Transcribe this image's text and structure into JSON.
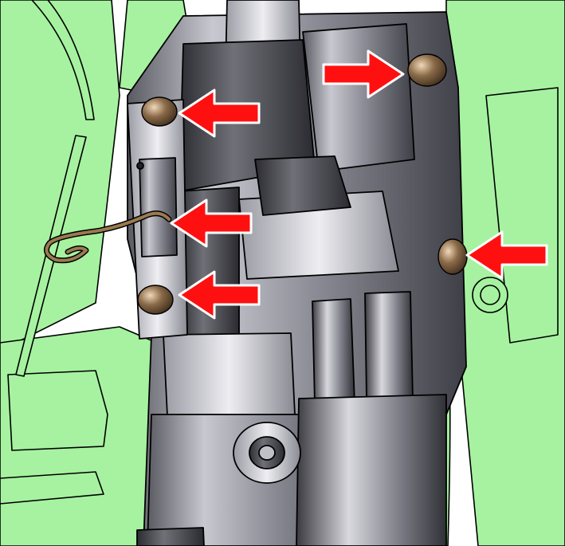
{
  "colors": {
    "background": "#ffffff",
    "surrounding_parts": "#a6f2a0",
    "outline": "#000000",
    "body_dark": "#4a4a52",
    "body_mid": "#8c8c96",
    "body_light": "#d6d6dc",
    "bolt_head": "#7a5a3a",
    "clip_wire": "#8a6a40",
    "arrow_fill": "#ff1010",
    "arrow_outline": "#ffffff"
  },
  "icons": {
    "arrow": "red-arrow-icon",
    "fastener": "bolt-head-icon",
    "clip": "wire-clip-icon"
  },
  "callouts": [
    {
      "id": "fastener-top-right",
      "points_to": "bolt-head",
      "direction": "right"
    },
    {
      "id": "fastener-top-left",
      "points_to": "bolt-head",
      "direction": "left"
    },
    {
      "id": "clip-left",
      "points_to": "wire-clip",
      "direction": "left"
    },
    {
      "id": "fastener-right",
      "points_to": "bolt-head",
      "direction": "left"
    },
    {
      "id": "fastener-lower-left",
      "points_to": "bolt-head",
      "direction": "left"
    }
  ]
}
